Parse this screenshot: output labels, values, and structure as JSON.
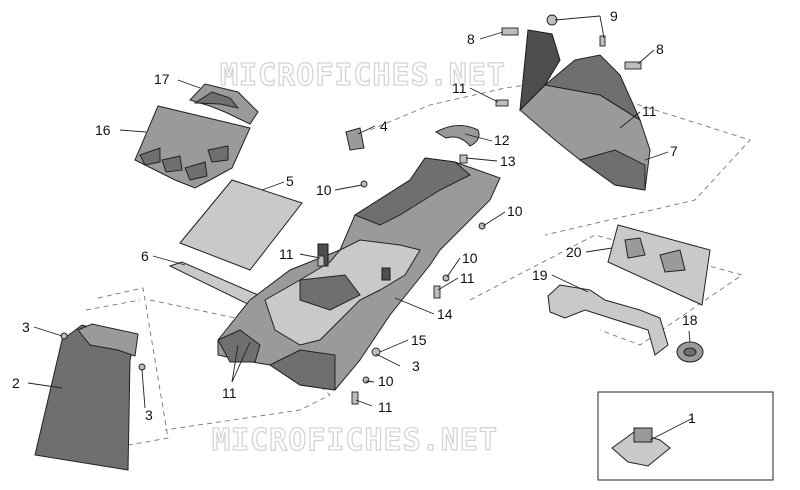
{
  "watermark": {
    "top": "MICROFICHES.NET",
    "bottom": "MICROFICHES.NET"
  },
  "callouts": {
    "p1": "1",
    "p2": "2",
    "p3a": "3",
    "p3b": "3",
    "p3c": "3",
    "p4": "4",
    "p5": "5",
    "p6": "6",
    "p7": "7",
    "p8a": "8",
    "p8b": "8",
    "p9": "9",
    "p10a": "10",
    "p10b": "10",
    "p10c": "10",
    "p10d": "10",
    "p11a": "11",
    "p11b": "11",
    "p11c": "11",
    "p11d": "11",
    "p11e": "11",
    "p11f": "11",
    "p12": "12",
    "p13": "13",
    "p14": "14",
    "p15": "15",
    "p16": "16",
    "p17": "17",
    "p18": "18",
    "p19": "19",
    "p20": "20"
  },
  "colors": {
    "part_dark": "#6f6f6f",
    "part_mid": "#9a9a9a",
    "part_light": "#c9c9c9",
    "watermark": "#d4d4d4"
  }
}
